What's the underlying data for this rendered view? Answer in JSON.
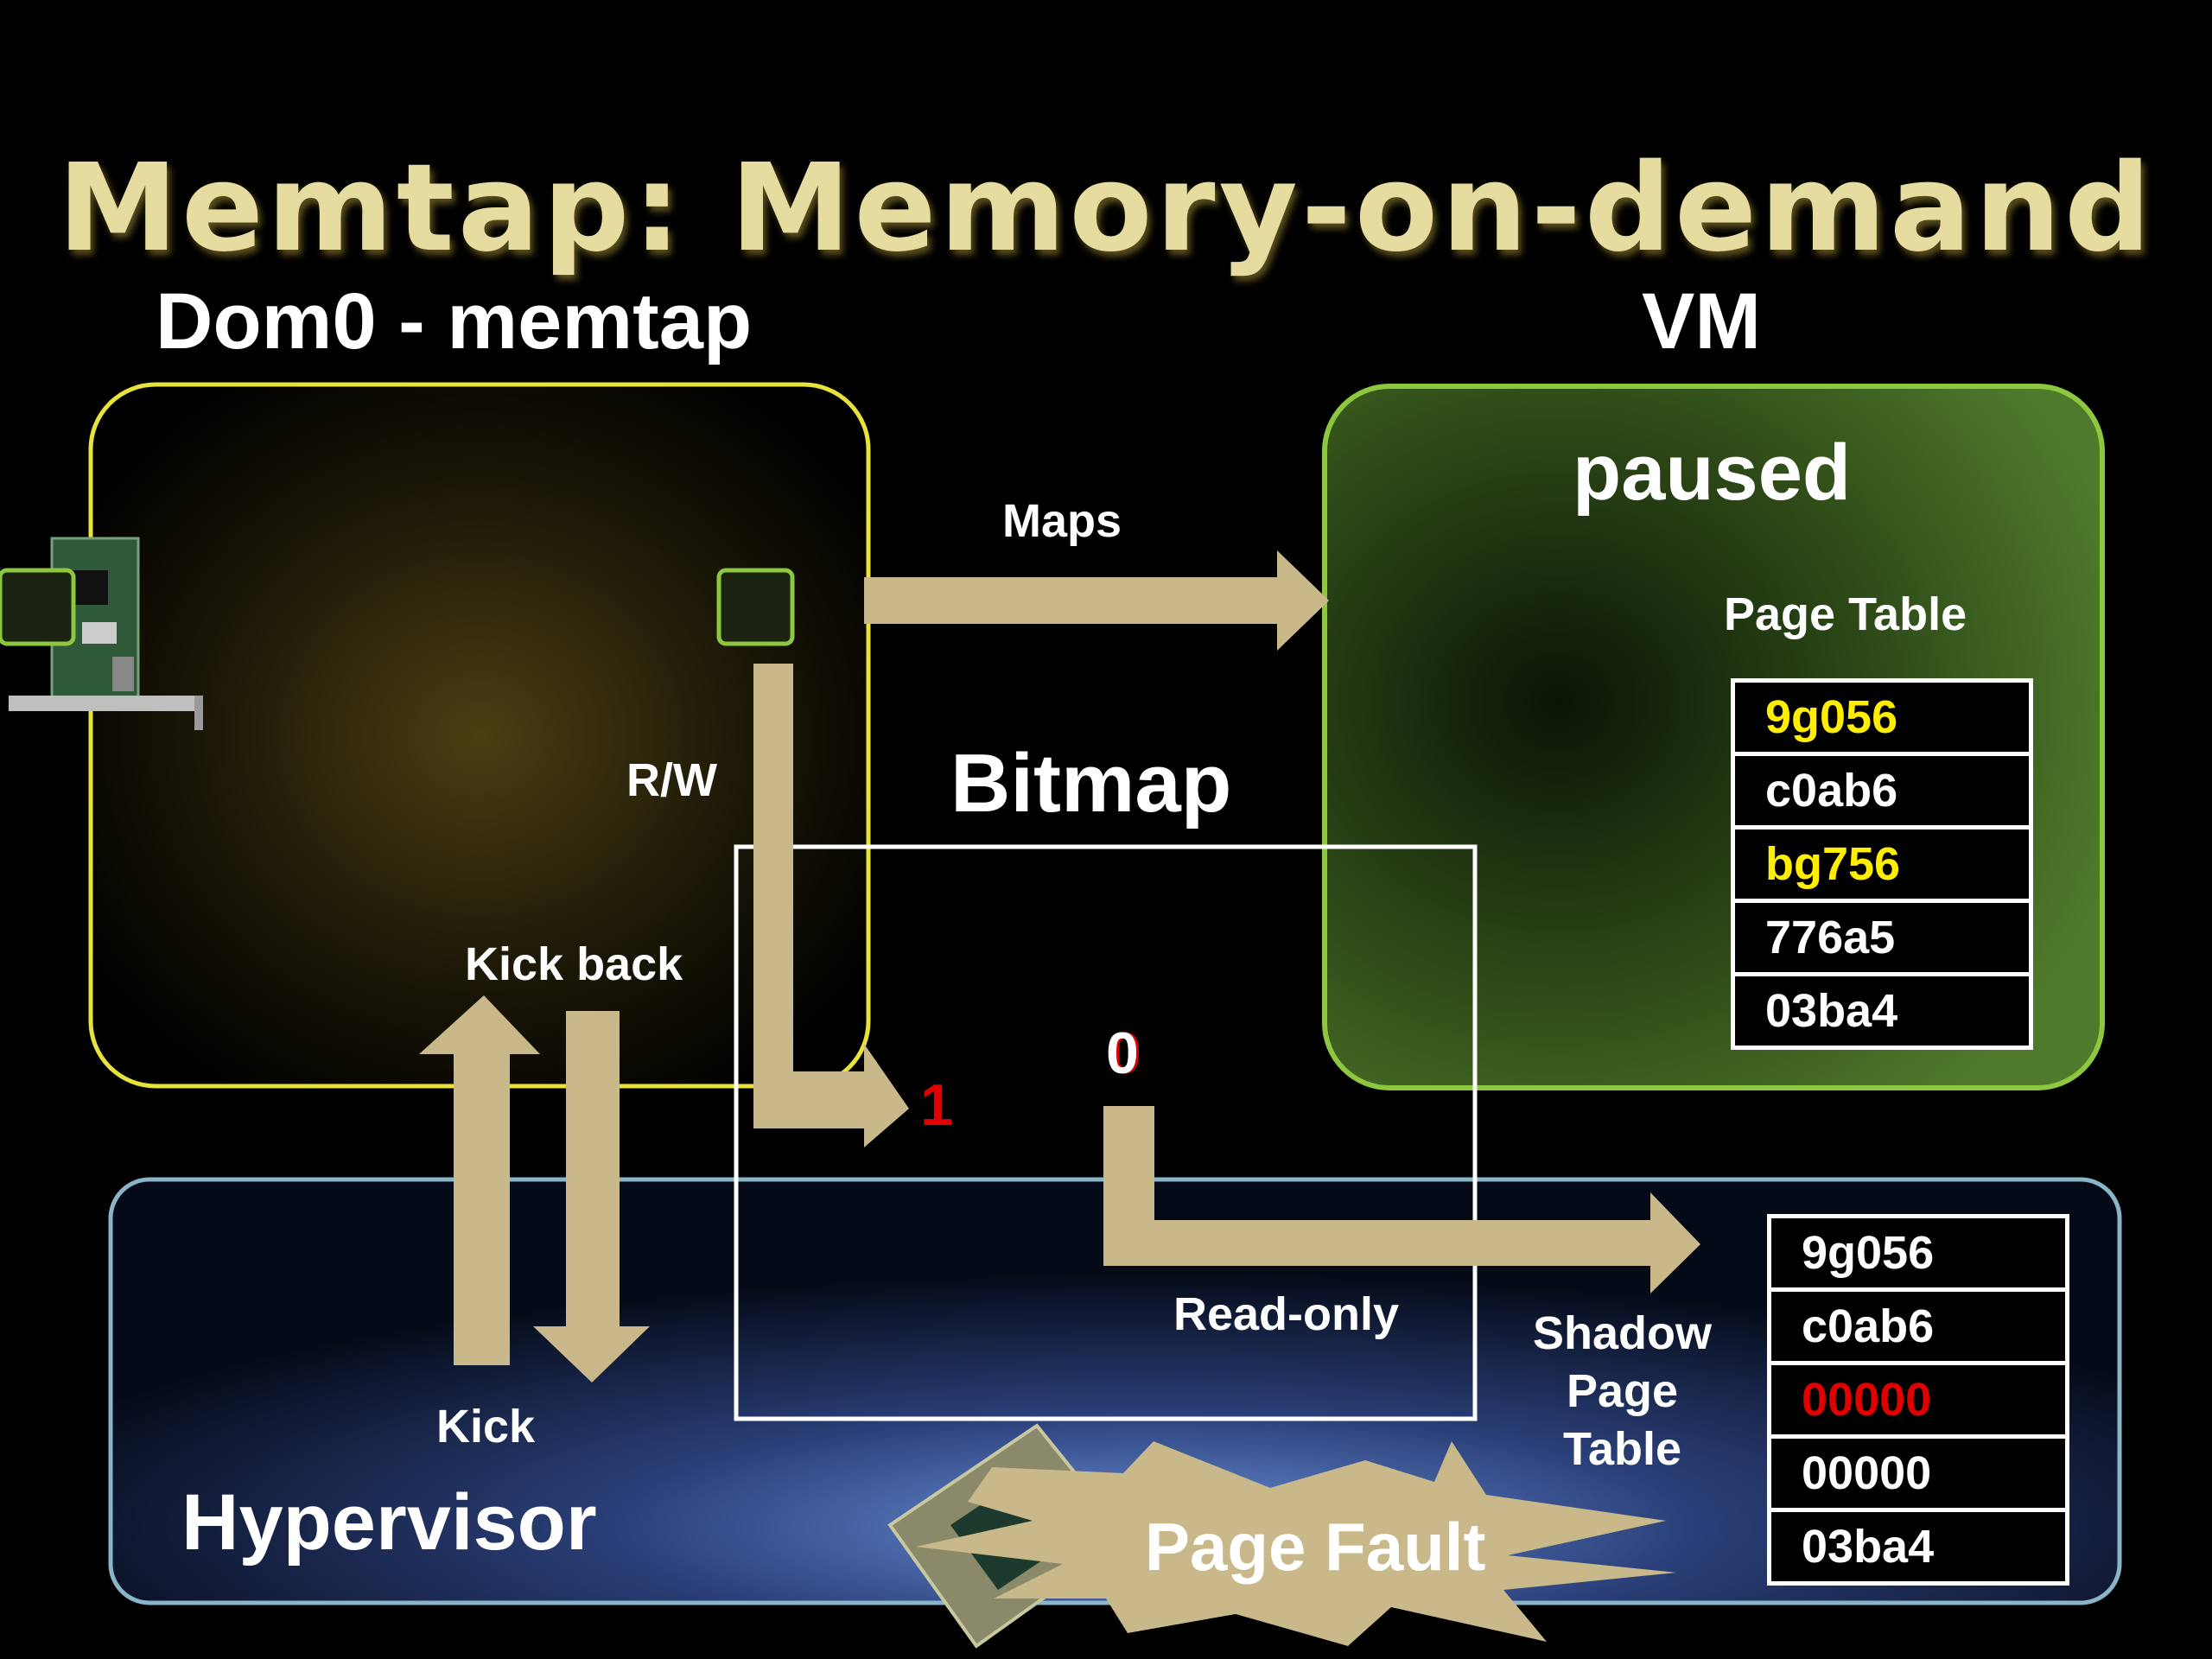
{
  "title": "Memtap: Memory-on-demand",
  "labels": {
    "dom0": "Dom0 - memtap",
    "vm": "VM",
    "paused": "paused",
    "maps": "Maps",
    "page_table": "Page Table",
    "rw": "R/W",
    "bitmap": "Bitmap",
    "kick_back": "Kick back",
    "kick": "Kick",
    "hypervisor": "Hypervisor",
    "read_only": "Read-only",
    "shadow_line1": "Shadow",
    "shadow_line2": "Page",
    "shadow_line3": "Table",
    "page_fault": "Page Fault",
    "bit_one": "1",
    "bit_zero": "0"
  },
  "page_table": [
    {
      "value": "9g056",
      "color": "#ffee00"
    },
    {
      "value": "c0ab6",
      "color": "#ffffff"
    },
    {
      "value": "bg756",
      "color": "#ffee00"
    },
    {
      "value": "776a5",
      "color": "#ffffff"
    },
    {
      "value": "03ba4",
      "color": "#ffffff"
    }
  ],
  "shadow_page_table": [
    {
      "value": "9g056",
      "color": "#ffffff"
    },
    {
      "value": "c0ab6",
      "color": "#ffffff"
    },
    {
      "value": "00000",
      "color": "#e00000"
    },
    {
      "value": "00000",
      "color": "#ffffff"
    },
    {
      "value": "03ba4",
      "color": "#ffffff"
    }
  ],
  "colors": {
    "title": "#E6DCA0",
    "arrow": "#C9B98A",
    "dom0_border": "#e8e23a",
    "vm_border": "#8dc63f",
    "hypervisor_border": "#8ab4c8",
    "highlight_yellow": "#ffee00",
    "highlight_red": "#e00000"
  }
}
